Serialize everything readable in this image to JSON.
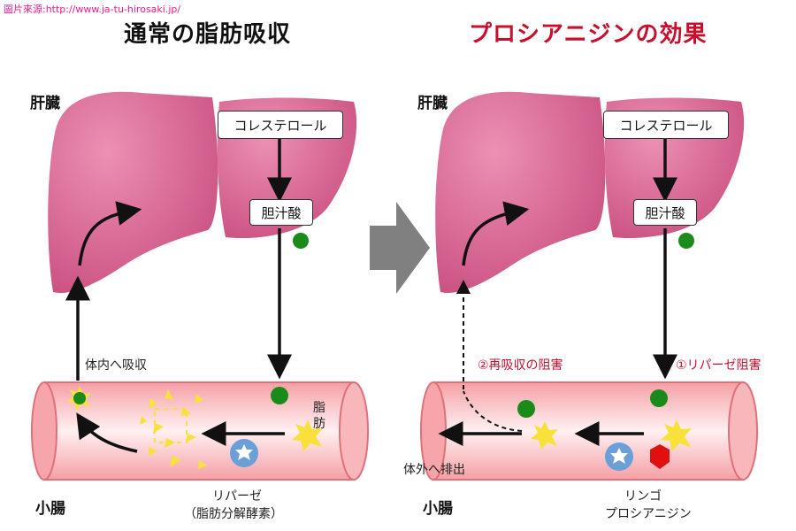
{
  "watermark": "圖片來源:http://www.ja-tu-hirosaki.jp/",
  "left_panel": {
    "title": "通常の脂肪吸収",
    "liver_label": "肝臓",
    "intestine_label": "小腸",
    "cholesterol_box": "コレステロール",
    "bile_acid_box": "胆汁酸",
    "absorb_label": "体内へ吸収",
    "fat_label_1": "脂",
    "fat_label_2": "肪",
    "lipase_label": "リパーゼ",
    "lipase_sub": "（脂肪分解酵素）"
  },
  "right_panel": {
    "title": "プロシアニジンの効果",
    "liver_label": "肝臓",
    "intestine_label": "小腸",
    "cholesterol_box": "コレステロール",
    "bile_acid_box": "胆汁酸",
    "reabsorb_block": "②再吸収の阻害",
    "lipase_block": "①リパーゼ阻害",
    "excrete_label": "体外へ排出",
    "apple_label": "リンゴ",
    "procyanidin_label": "プロシアニジン"
  },
  "colors": {
    "liver": "#d4628f",
    "intestine": "#f6a5aa",
    "bile_dot": "#1a8a1a",
    "fat": "#f7e13a",
    "lipase": "#6a9fd8",
    "procyanidin": "#e01010",
    "arrow_gray": "#808080",
    "title_red": "#c8102e"
  }
}
